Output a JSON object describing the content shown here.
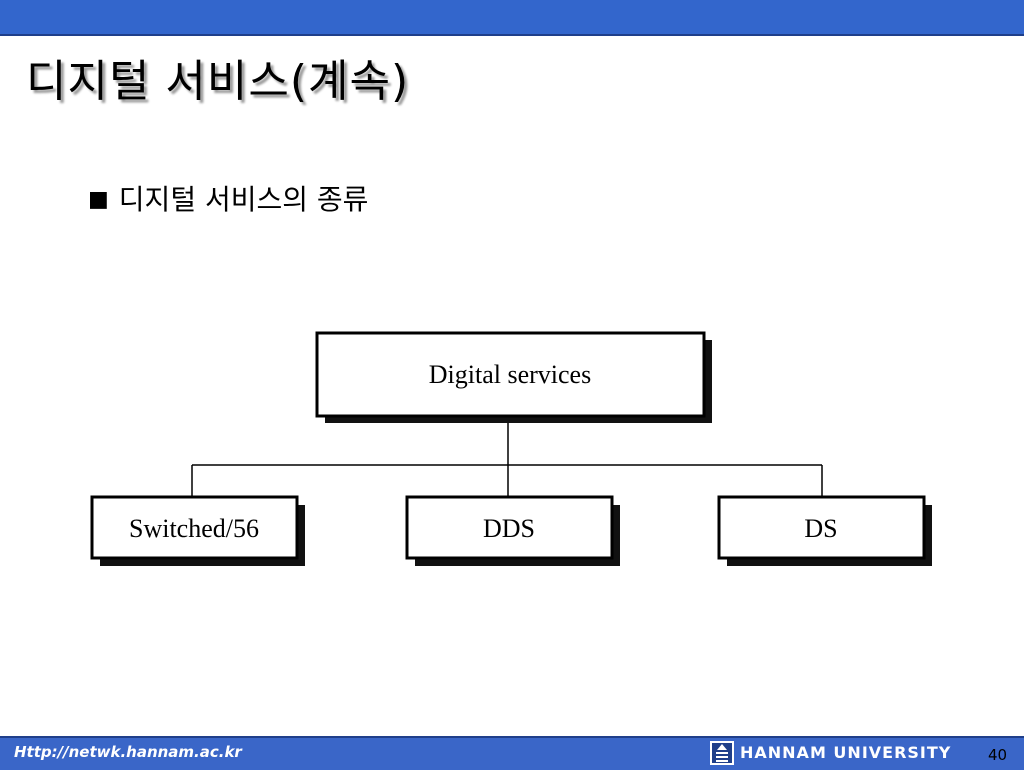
{
  "slide": {
    "title": "디지털 서비스(계속)",
    "bullet_marker": "■",
    "bullet_text": "디지털 서비스의 종류"
  },
  "diagram": {
    "root": "Digital services",
    "children": [
      "Switched/56",
      "DDS",
      "DS"
    ]
  },
  "footer": {
    "url": "Http://netwk.hannam.ac.kr",
    "logo_icon": "hannam-logo-icon",
    "university": "HANNAM  UNIVERSITY",
    "page_number": "40"
  },
  "colors": {
    "header_bar": "#3366cc",
    "footer_bar": "#3a66c8"
  }
}
